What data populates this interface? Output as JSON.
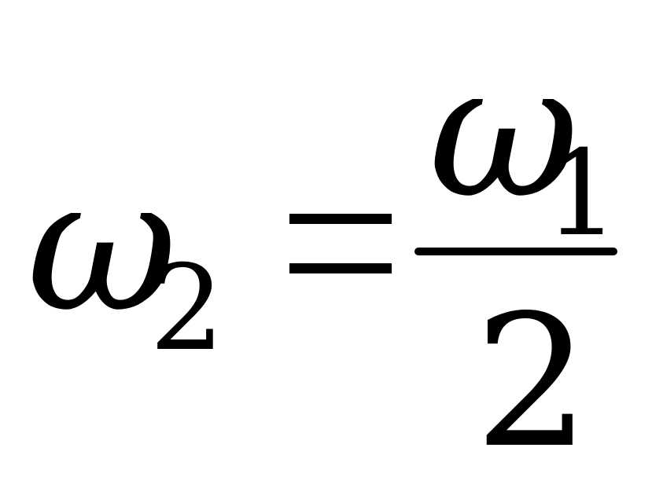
{
  "equation": {
    "lhs": {
      "symbol": "ω",
      "subscript": "2"
    },
    "operator": "=",
    "rhs": {
      "numerator": {
        "symbol": "ω",
        "subscript": "1"
      },
      "denominator": "2"
    }
  }
}
